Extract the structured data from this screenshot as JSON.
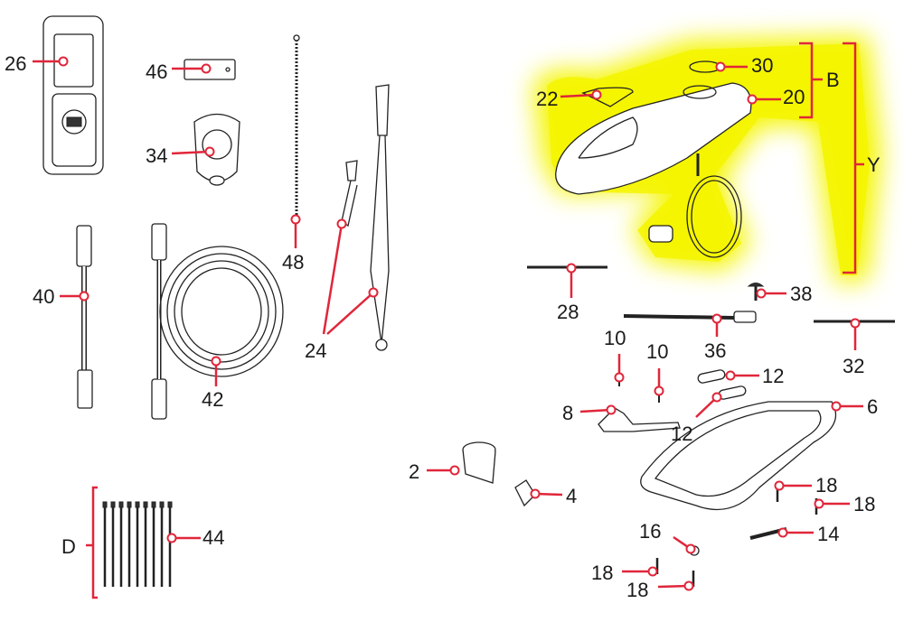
{
  "diagram_title": "",
  "colors": {
    "callout": "#e0263a",
    "highlight": "#f5f500"
  },
  "callouts": {
    "c26": "26",
    "c46": "46",
    "c34": "34",
    "c48": "48",
    "c40": "40",
    "c42": "42",
    "c24": "24",
    "c22": "22",
    "c30": "30",
    "c20": "20",
    "c28": "28",
    "c38": "38",
    "c36": "36",
    "c32": "32",
    "c10a": "10",
    "c10b": "10",
    "c12a": "12",
    "c12b": "12",
    "c8": "8",
    "c6": "6",
    "c2": "2",
    "c4": "4",
    "c18a": "18",
    "c18b": "18",
    "c14": "14",
    "c16": "16",
    "c18c": "18",
    "c18d": "18",
    "c44": "44"
  },
  "groups": {
    "B": "B",
    "Y": "Y",
    "D": "D"
  },
  "highlighted_assembly": "Y"
}
